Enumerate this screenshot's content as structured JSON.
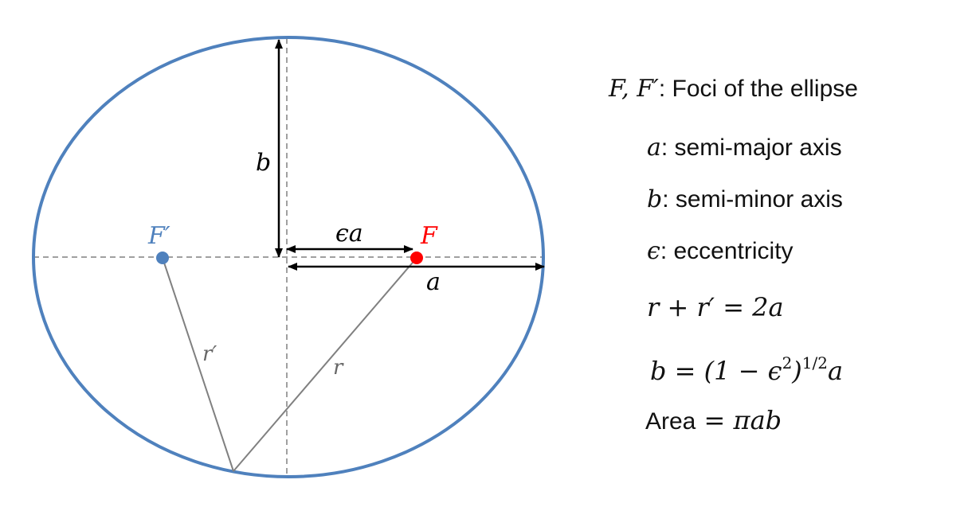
{
  "diagram": {
    "labels": {
      "b": "b",
      "epsilon_a": "ϵa",
      "focus_f": "F",
      "focus_f_prime": "F′",
      "a": "a",
      "r_prime": "r′",
      "r": "r"
    },
    "colors": {
      "ellipse": "#4f81bd",
      "focus_f": "#ff0000",
      "focus_f_prime": "#4f81bd",
      "arrows": "#000000",
      "dashed": "#808080",
      "radii": "#808080"
    }
  },
  "legend": {
    "foci": {
      "symbol": "F, F′",
      "text": ": Foci of the ellipse"
    },
    "a": {
      "symbol": "a",
      "text": ": semi-major axis"
    },
    "b": {
      "symbol": "b",
      "text": ": semi-minor axis"
    },
    "e": {
      "symbol": "ϵ",
      "text": ": eccentricity"
    },
    "eq1": "r + r′ = 2a",
    "eq2": {
      "lhs": "b = (1 − ϵ",
      "exp1": "2",
      "mid": ")",
      "exp2": "1/2",
      "rhs": "a"
    },
    "area": {
      "word": "Area",
      "rest": " = πab"
    }
  }
}
